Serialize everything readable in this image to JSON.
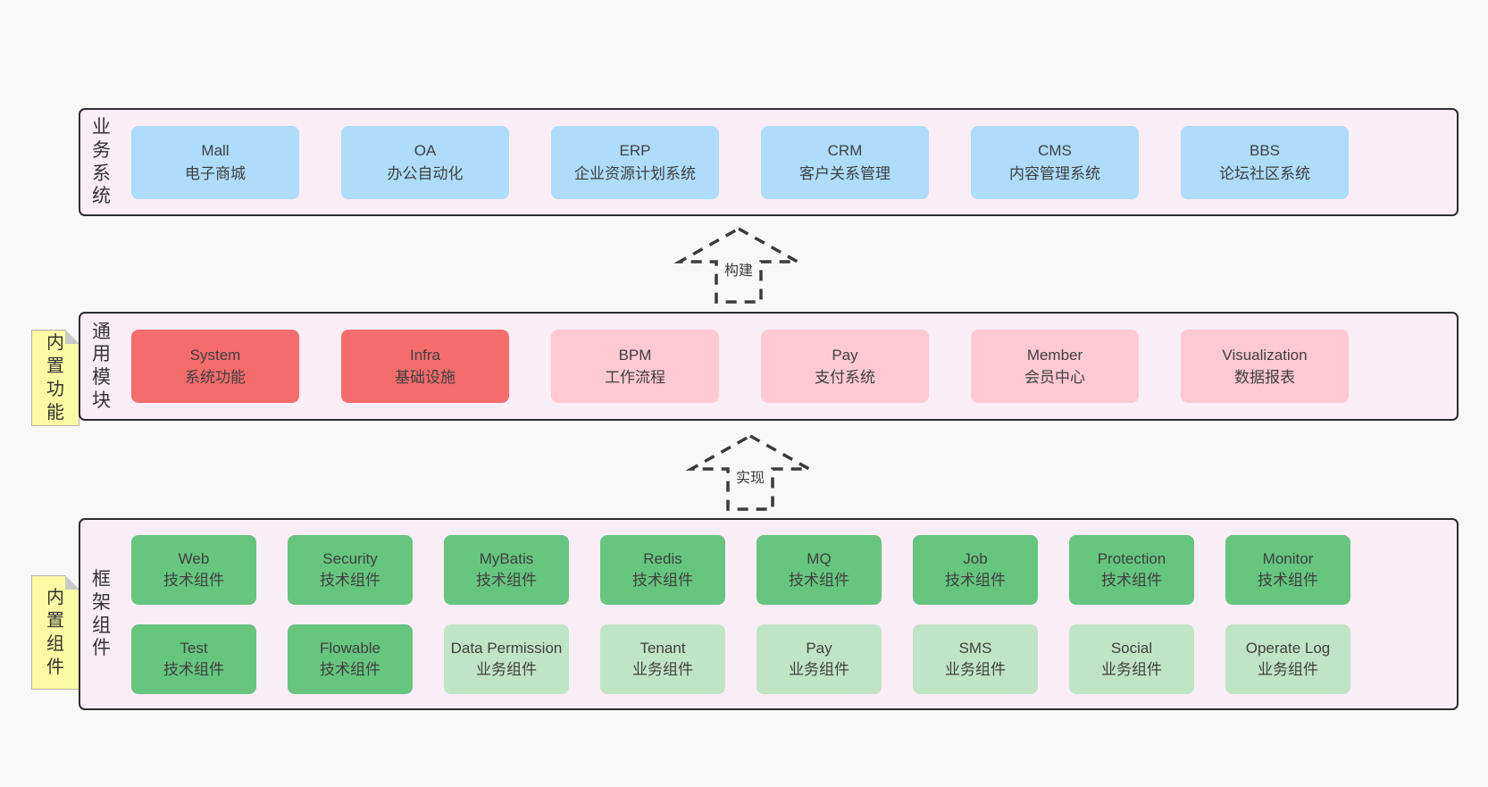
{
  "colors": {
    "page_bg": "#f8f8f8",
    "band_bg": "#f9edf6",
    "band_border": "#2d2d2d",
    "blue_box": "#aedcfa",
    "red_box": "#f56c6c",
    "pink_box": "#fec9d3",
    "green_dark_box": "#66c57e",
    "green_light_box": "#c0e5c6",
    "sticky_yellow": "#fbfba3",
    "arrow_stroke": "#3a3a3a",
    "text": "#3f3f3f"
  },
  "band_business": {
    "label": "业务系统",
    "boxes": [
      {
        "title": "Mall",
        "subtitle": "电子商城"
      },
      {
        "title": "OA",
        "subtitle": "办公自动化"
      },
      {
        "title": "ERP",
        "subtitle": "企业资源计划系统"
      },
      {
        "title": "CRM",
        "subtitle": "客户关系管理"
      },
      {
        "title": "CMS",
        "subtitle": "内容管理系统"
      },
      {
        "title": "BBS",
        "subtitle": "论坛社区系统"
      }
    ]
  },
  "arrow_build": {
    "label": "构建"
  },
  "band_modules": {
    "label": "通用模块",
    "sticky": "内置功能",
    "boxes": [
      {
        "title": "System",
        "subtitle": "系统功能",
        "tone": "red"
      },
      {
        "title": "Infra",
        "subtitle": "基础设施",
        "tone": "red"
      },
      {
        "title": "BPM",
        "subtitle": "工作流程",
        "tone": "pink"
      },
      {
        "title": "Pay",
        "subtitle": "支付系统",
        "tone": "pink"
      },
      {
        "title": "Member",
        "subtitle": "会员中心",
        "tone": "pink"
      },
      {
        "title": "Visualization",
        "subtitle": "数据报表",
        "tone": "pink"
      }
    ]
  },
  "arrow_implement": {
    "label": "实现"
  },
  "band_components": {
    "label": "框架组件",
    "sticky": "内置组件",
    "row1": [
      {
        "title": "Web",
        "subtitle": "技术组件",
        "tone": "green-dark"
      },
      {
        "title": "Security",
        "subtitle": "技术组件",
        "tone": "green-dark"
      },
      {
        "title": "MyBatis",
        "subtitle": "技术组件",
        "tone": "green-dark"
      },
      {
        "title": "Redis",
        "subtitle": "技术组件",
        "tone": "green-dark"
      },
      {
        "title": "MQ",
        "subtitle": "技术组件",
        "tone": "green-dark"
      },
      {
        "title": "Job",
        "subtitle": "技术组件",
        "tone": "green-dark"
      },
      {
        "title": "Protection",
        "subtitle": "技术组件",
        "tone": "green-dark"
      },
      {
        "title": "Monitor",
        "subtitle": "技术组件",
        "tone": "green-dark"
      }
    ],
    "row2": [
      {
        "title": "Test",
        "subtitle": "技术组件",
        "tone": "green-dark"
      },
      {
        "title": "Flowable",
        "subtitle": "技术组件",
        "tone": "green-dark"
      },
      {
        "title": "Data Permission",
        "subtitle": "业务组件",
        "tone": "green-light"
      },
      {
        "title": "Tenant",
        "subtitle": "业务组件",
        "tone": "green-light"
      },
      {
        "title": "Pay",
        "subtitle": "业务组件",
        "tone": "green-light"
      },
      {
        "title": "SMS",
        "subtitle": "业务组件",
        "tone": "green-light"
      },
      {
        "title": "Social",
        "subtitle": "业务组件",
        "tone": "green-light"
      },
      {
        "title": "Operate Log",
        "subtitle": "业务组件",
        "tone": "green-light"
      }
    ]
  }
}
